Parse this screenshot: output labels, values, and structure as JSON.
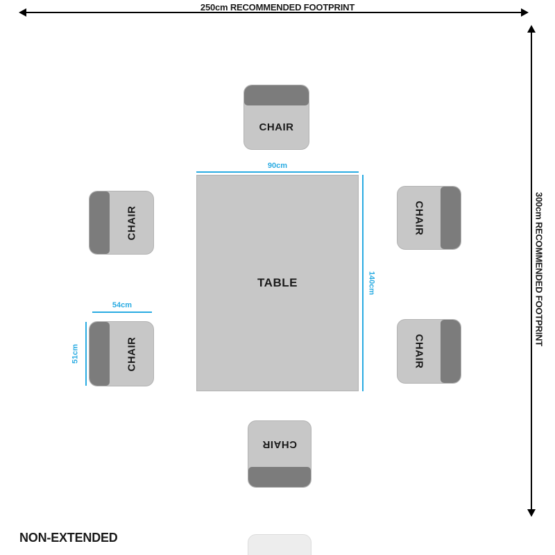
{
  "diagram": {
    "footprint_width_label": "250cm RECOMMENDED FOOTPRINT",
    "footprint_height_label": "300cm RECOMMENDED FOOTPRINT",
    "mode_label": "NON-EXTENDED"
  },
  "table": {
    "label": "TABLE",
    "width_dim": "90cm",
    "length_dim": "140cm"
  },
  "chair": {
    "label": "CHAIR",
    "count": 6,
    "width_dim": "54cm",
    "depth_dim": "51cm"
  },
  "icons": {
    "arrow-left-icon": "css-triangle",
    "arrow-right-icon": "css-triangle",
    "arrow-up-icon": "css-triangle",
    "arrow-down-icon": "css-triangle"
  },
  "colors": {
    "dimension_accent": "#29abe2",
    "furniture_fill": "#c7c7c7",
    "chair_back_fill": "#7c7c7c",
    "arrow_color": "#000000",
    "text_color": "#1a1a1a"
  }
}
